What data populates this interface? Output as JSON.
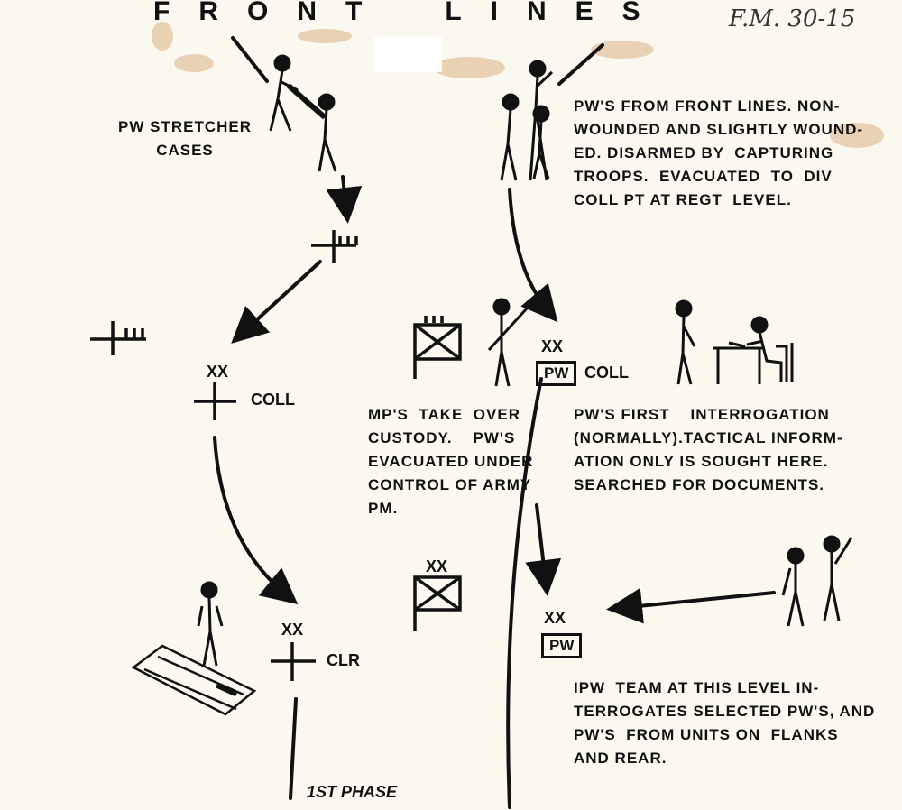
{
  "header": {
    "title_word_1": "FRONT",
    "title_word_2": "LINES",
    "handwritten_note": "F.M. 30-15"
  },
  "labels": {
    "stretcher_cases": "PW STRETCHER\nCASES",
    "echelon_div": "XX",
    "coll": "COLL",
    "clr": "CLR",
    "pw_box": "PW",
    "first_phase": "1ST PHASE"
  },
  "notes": {
    "front_lines": "PW'S FROM FRONT LINES. NON-\nWOUNDED AND SLIGHTLY WOUND-\nED. DISARMED BY  CAPTURING\nTROOPS.  EVACUATED  TO  DIV\nCOLL PT AT REGT  LEVEL.",
    "mp_custody": "MP'S  TAKE  OVER\nCUSTODY.    PW'S\nEVACUATED UNDER\nCONTROL OF ARMY\nPM.",
    "first_interrogation": "PW'S FIRST    INTERROGATION\n(NORMALLY).TACTICAL INFORM-\nATION ONLY IS SOUGHT HERE.\nSEARCHED FOR DOCUMENTS.",
    "ipw_team": "IPW  TEAM AT THIS LEVEL IN-\nTERROGATES SELECTED PW'S, AND\nPW'S  FROM UNITS ON  FLANKS\nAND REAR."
  },
  "icons": [
    "stretcher-bearers-icon",
    "prisoners-escort-icon",
    "military-police-icon",
    "interrogation-desk-icon",
    "ipw-team-icon",
    "standing-soldier-icon",
    "stretcher-icon",
    "flag-icon"
  ],
  "colors": {
    "ink": "#111111",
    "paper": "#fbf8ef",
    "stain": "#c98a4a"
  }
}
